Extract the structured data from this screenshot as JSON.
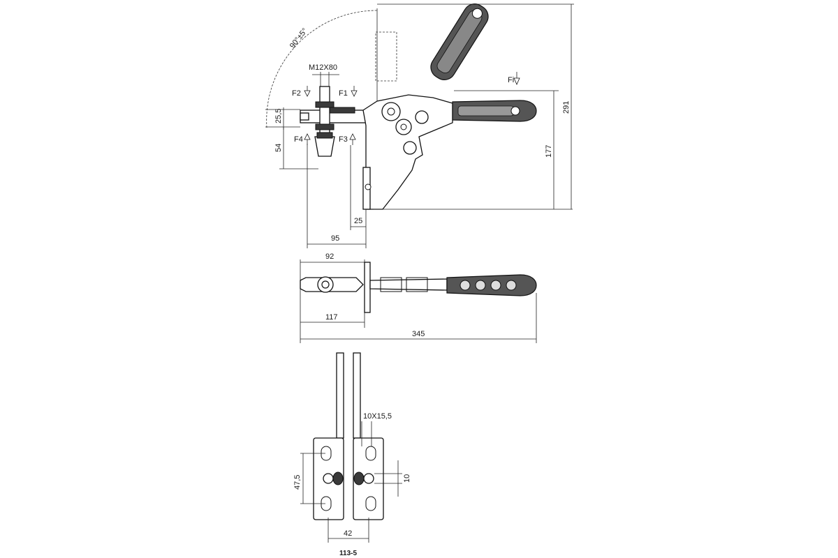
{
  "dimensions": {
    "angle": "90°±5°",
    "thread": "M12X80",
    "d_25_5": "25,5",
    "d_54": "54",
    "d_25": "25",
    "d_95": "95",
    "d_177": "177",
    "d_291": "291",
    "d_92": "92",
    "d_117": "117",
    "d_345": "345",
    "slot": "10X15,5",
    "d_47_5": "47,5",
    "d_10": "10",
    "d_42": "42"
  },
  "forces": {
    "f1": "F1",
    "f2": "F2",
    "f3": "F3",
    "f4": "F4",
    "fi": "Fi"
  },
  "model_number": "113-5"
}
